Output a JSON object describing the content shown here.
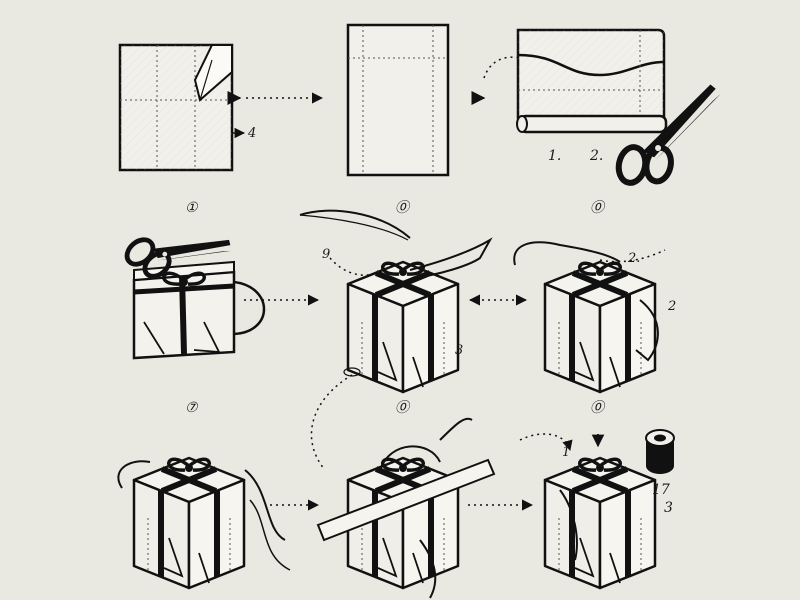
{
  "colors": {
    "ink": "#111111",
    "paper": "#e9e9e1",
    "sheet": "#f1f0ea"
  },
  "labels": {
    "step1_arrow": "4",
    "step3_a": "1.",
    "step3_b": "2.",
    "row2_col1": "①",
    "row2_col2": "⓪",
    "row2_col3": "⓪",
    "row2_mid_left": "9",
    "row2_mid_right": "3",
    "row2_right_top": "2.",
    "row2_right_side": "2",
    "row3_col1": "⑦",
    "row3_col2": "⓪",
    "row3_col3": "⓪",
    "row3_right_1": "1",
    "row3_right_17": "17",
    "row3_right_3": "3"
  },
  "icons": [
    "scissors-icon",
    "tape-roll-icon",
    "ribbon-icon",
    "gift-box-icon"
  ]
}
